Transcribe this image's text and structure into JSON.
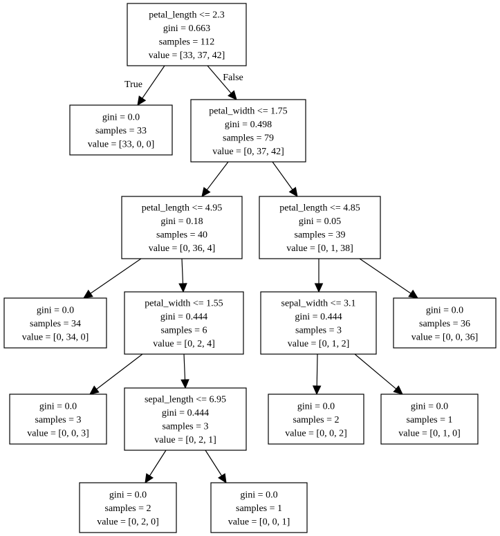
{
  "nodes": [
    {
      "id": "n0",
      "lines": [
        "petal_length <= 2.3",
        "gini = 0.663",
        "samples = 112",
        "value = [33, 37, 42]"
      ]
    },
    {
      "id": "n1",
      "lines": [
        "gini = 0.0",
        "samples = 33",
        "value = [33, 0, 0]"
      ]
    },
    {
      "id": "n2",
      "lines": [
        "petal_width <= 1.75",
        "gini = 0.498",
        "samples = 79",
        "value = [0, 37, 42]"
      ]
    },
    {
      "id": "n3",
      "lines": [
        "petal_length <= 4.95",
        "gini = 0.18",
        "samples = 40",
        "value = [0, 36, 4]"
      ]
    },
    {
      "id": "n4",
      "lines": [
        "petal_length <= 4.85",
        "gini = 0.05",
        "samples = 39",
        "value = [0, 1, 38]"
      ]
    },
    {
      "id": "n5",
      "lines": [
        "gini = 0.0",
        "samples = 34",
        "value = [0, 34, 0]"
      ]
    },
    {
      "id": "n6",
      "lines": [
        "petal_width <= 1.55",
        "gini = 0.444",
        "samples = 6",
        "value = [0, 2, 4]"
      ]
    },
    {
      "id": "n7",
      "lines": [
        "sepal_width <= 3.1",
        "gini = 0.444",
        "samples = 3",
        "value = [0, 1, 2]"
      ]
    },
    {
      "id": "n8",
      "lines": [
        "gini = 0.0",
        "samples = 36",
        "value = [0, 0, 36]"
      ]
    },
    {
      "id": "n9",
      "lines": [
        "gini = 0.0",
        "samples = 3",
        "value = [0, 0, 3]"
      ]
    },
    {
      "id": "n10",
      "lines": [
        "sepal_length <= 6.95",
        "gini = 0.444",
        "samples = 3",
        "value = [0, 2, 1]"
      ]
    },
    {
      "id": "n11",
      "lines": [
        "gini = 0.0",
        "samples = 2",
        "value = [0, 0, 2]"
      ]
    },
    {
      "id": "n12",
      "lines": [
        "gini = 0.0",
        "samples = 1",
        "value = [0, 1, 0]"
      ]
    },
    {
      "id": "n13",
      "lines": [
        "gini = 0.0",
        "samples = 2",
        "value = [0, 2, 0]"
      ]
    },
    {
      "id": "n14",
      "lines": [
        "gini = 0.0",
        "samples = 1",
        "value = [0, 0, 1]"
      ]
    }
  ],
  "edges": [
    {
      "from": "n0",
      "to": "n1",
      "label": "True"
    },
    {
      "from": "n0",
      "to": "n2",
      "label": "False"
    },
    {
      "from": "n2",
      "to": "n3",
      "label": ""
    },
    {
      "from": "n2",
      "to": "n4",
      "label": ""
    },
    {
      "from": "n3",
      "to": "n5",
      "label": ""
    },
    {
      "from": "n3",
      "to": "n6",
      "label": ""
    },
    {
      "from": "n4",
      "to": "n7",
      "label": ""
    },
    {
      "from": "n4",
      "to": "n8",
      "label": ""
    },
    {
      "from": "n6",
      "to": "n9",
      "label": ""
    },
    {
      "from": "n6",
      "to": "n10",
      "label": ""
    },
    {
      "from": "n7",
      "to": "n11",
      "label": ""
    },
    {
      "from": "n7",
      "to": "n12",
      "label": ""
    },
    {
      "from": "n10",
      "to": "n13",
      "label": ""
    },
    {
      "from": "n10",
      "to": "n14",
      "label": ""
    }
  ]
}
